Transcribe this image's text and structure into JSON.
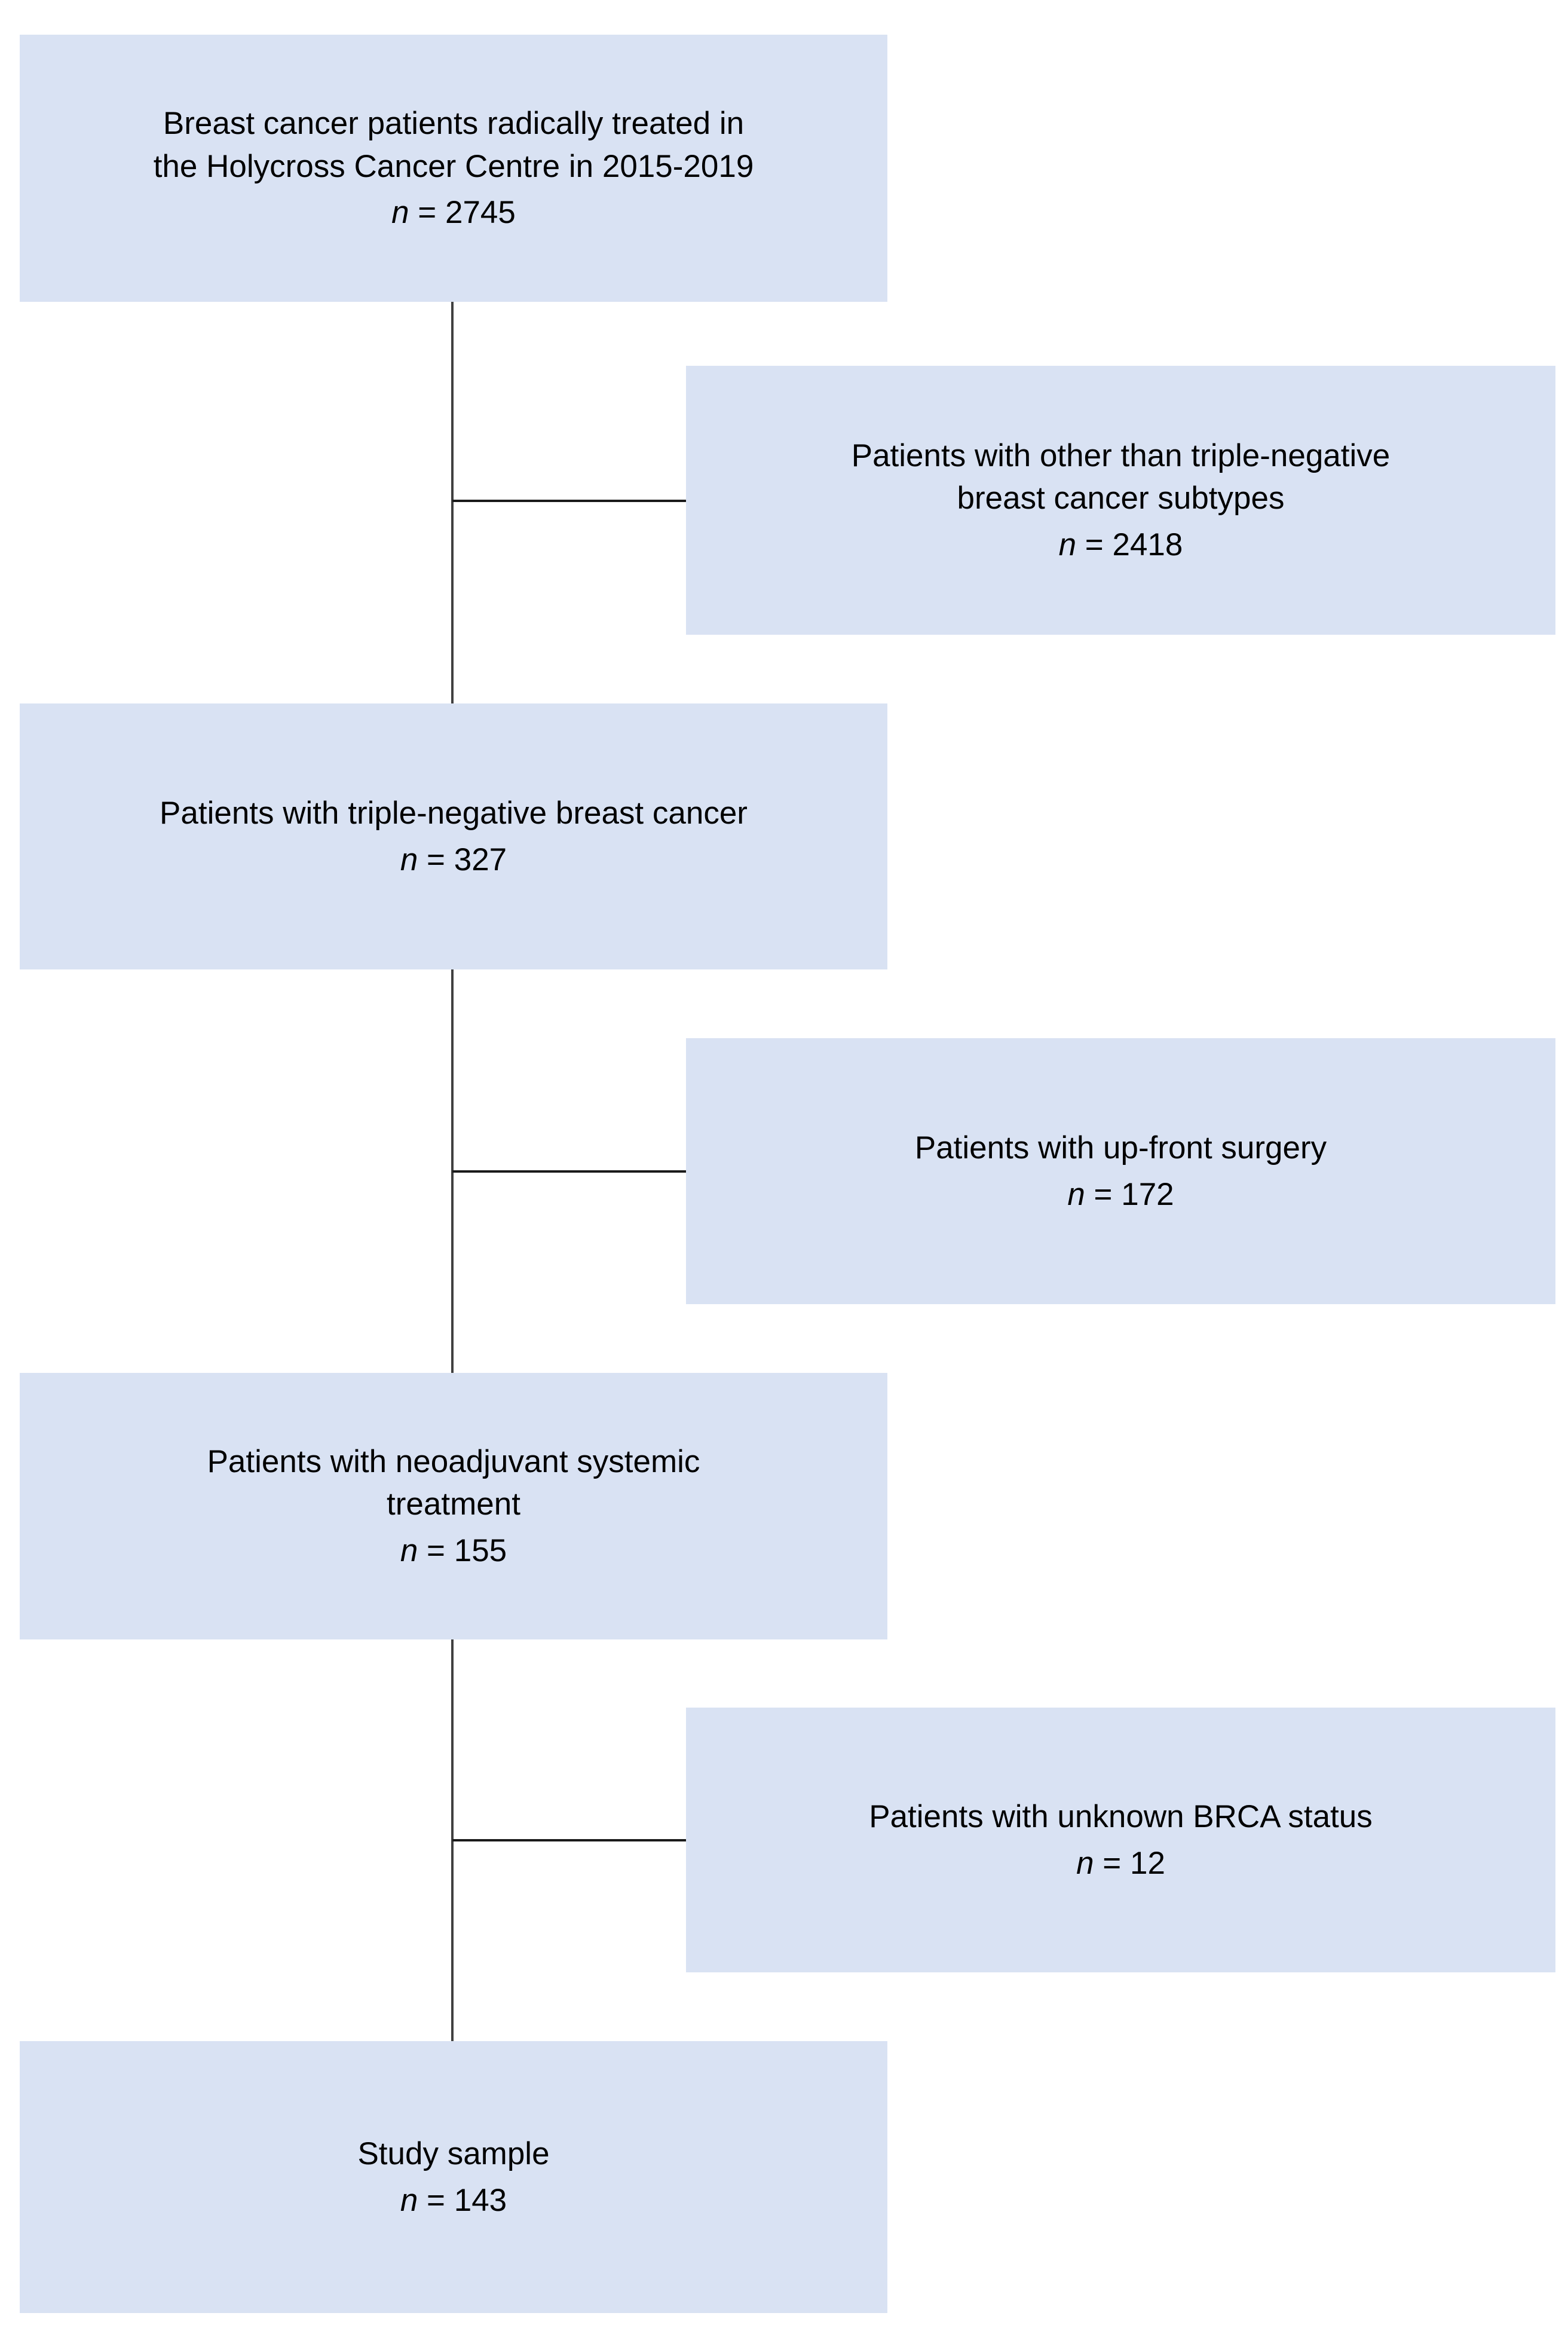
{
  "figure": {
    "type": "flowchart",
    "orientation": "vertical",
    "colors": {
      "node_fill": "#d9e2f3",
      "connector": "#1a1a1a",
      "text": "#000000",
      "background": "#ffffff"
    }
  },
  "nodes": {
    "enrolled": {
      "label": "Breast cancer patients radically treated in\nthe Holycross Cancer Centre in 2015-2019",
      "n_prefix": "n",
      "n_equals": " = ",
      "n_value": "2745",
      "count_text": "n = 2745"
    },
    "excluded_subtype": {
      "label": "Patients with other than triple-negative\nbreast cancer subtypes",
      "n_prefix": "n",
      "n_equals": " = ",
      "n_value": "2418",
      "count_text": "n = 2418"
    },
    "tnbc": {
      "label": "Patients with triple-negative breast cancer",
      "n_prefix": "n",
      "n_equals": " = ",
      "n_value": "327",
      "count_text": "n = 327"
    },
    "excluded_surgery": {
      "label": "Patients with up-front surgery",
      "n_prefix": "n",
      "n_equals": " = ",
      "n_value": "172",
      "count_text": "n = 172"
    },
    "neoadjuvant": {
      "label": "Patients with neoadjuvant systemic\ntreatment",
      "n_prefix": "n",
      "n_equals": " = ",
      "n_value": "155",
      "count_text": "n = 155"
    },
    "excluded_brca": {
      "label": "Patients with unknown BRCA status",
      "n_prefix": "n",
      "n_equals": " = ",
      "n_value": "12",
      "count_text": "n = 12"
    },
    "study_sample": {
      "label": "Study sample",
      "n_prefix": "n",
      "n_equals": " = ",
      "n_value": "143",
      "count_text": "n = 143"
    }
  }
}
